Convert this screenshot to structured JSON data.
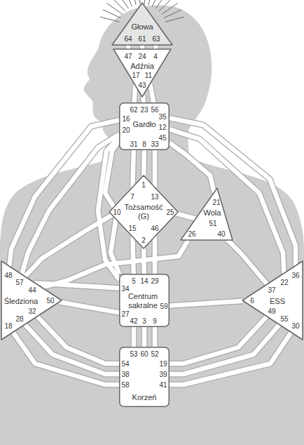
{
  "diagram": {
    "nodes": [
      {
        "text": [
          "Głowa",
          "64",
          "61",
          "63"
        ]
      },
      {
        "text": [
          "47",
          "24",
          "4",
          "Adźnia",
          "17",
          "11",
          "43"
        ]
      },
      {
        "text": [
          "62",
          "23",
          "56",
          "16",
          "35",
          "Gardło",
          "20",
          "12",
          "45",
          "31",
          "8",
          "33"
        ]
      },
      {
        "text": [
          "1",
          "7",
          "13",
          "10",
          "Tożsamość (G)",
          "25",
          "15",
          "46",
          "2"
        ]
      },
      {
        "text": [
          "21",
          "Wola",
          "51",
          "26",
          "40"
        ]
      },
      {
        "text": [
          "48",
          "57",
          "44",
          "Śledziona",
          "50",
          "32",
          "28",
          "18"
        ]
      },
      {
        "text": [
          "5",
          "14",
          "29",
          "34",
          "Centrum sakralne",
          "59",
          "27",
          "42",
          "3",
          "9"
        ]
      },
      {
        "text": [
          "36",
          "22",
          "37",
          "6",
          "ESS",
          "49",
          "55",
          "30"
        ]
      },
      {
        "text": [
          "53",
          "60",
          "52",
          "54",
          "19",
          "38",
          "39",
          "58",
          "41",
          "Korzeń"
        ]
      }
    ],
    "edges": [
      {
        "from": 0,
        "to": 1,
        "arrow": "none"
      },
      {
        "from": 0,
        "to": 1,
        "arrow": "none"
      },
      {
        "from": 0,
        "to": 1,
        "arrow": "none"
      },
      {
        "from": 1,
        "to": 2,
        "arrow": "none"
      },
      {
        "from": 1,
        "to": 2,
        "arrow": "none"
      },
      {
        "from": 1,
        "to": 2,
        "arrow": "none"
      },
      {
        "from": 2,
        "to": 3,
        "arrow": "none"
      },
      {
        "from": 2,
        "to": 3,
        "arrow": "none"
      },
      {
        "from": 2,
        "to": 3,
        "arrow": "none"
      },
      {
        "from": 2,
        "to": 3,
        "arrow": "none"
      },
      {
        "from": 2,
        "to": 6,
        "arrow": "none"
      },
      {
        "from": 2,
        "to": 5,
        "arrow": "none"
      },
      {
        "from": 2,
        "to": 5,
        "arrow": "none"
      },
      {
        "from": 2,
        "to": 4,
        "arrow": "none"
      },
      {
        "from": 2,
        "to": 7,
        "arrow": "none"
      },
      {
        "from": 2,
        "to": 7,
        "arrow": "none"
      },
      {
        "from": 3,
        "to": 5,
        "arrow": "none"
      },
      {
        "from": 3,
        "to": 6,
        "arrow": "none"
      },
      {
        "from": 3,
        "to": 6,
        "arrow": "none"
      },
      {
        "from": 3,
        "to": 6,
        "arrow": "none"
      },
      {
        "from": 3,
        "to": 6,
        "arrow": "none"
      },
      {
        "from": 3,
        "to": 4,
        "arrow": "none"
      },
      {
        "from": 4,
        "to": 5,
        "arrow": "none"
      },
      {
        "from": 4,
        "to": 7,
        "arrow": "none"
      },
      {
        "from": 5,
        "to": 6,
        "arrow": "none"
      },
      {
        "from": 5,
        "to": 6,
        "arrow": "none"
      },
      {
        "from": 6,
        "to": 7,
        "arrow": "none"
      },
      {
        "from": 5,
        "to": 8,
        "arrow": "none"
      },
      {
        "from": 5,
        "to": 8,
        "arrow": "none"
      },
      {
        "from": 5,
        "to": 8,
        "arrow": "none"
      },
      {
        "from": 6,
        "to": 8,
        "arrow": "none"
      },
      {
        "from": 6,
        "to": 8,
        "arrow": "none"
      },
      {
        "from": 6,
        "to": 8,
        "arrow": "none"
      },
      {
        "from": 7,
        "to": 8,
        "arrow": "none"
      },
      {
        "from": 7,
        "to": 8,
        "arrow": "none"
      },
      {
        "from": 7,
        "to": 8,
        "arrow": "none"
      }
    ]
  }
}
